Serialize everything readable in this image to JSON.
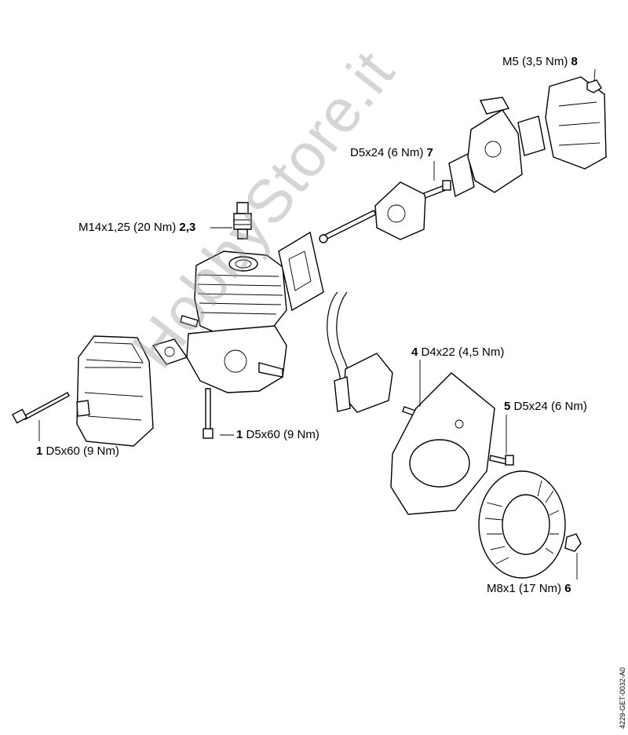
{
  "watermark": "HobbyStore.it",
  "drawing_code": "4229-GET-0032-A0",
  "labels": {
    "m5": {
      "text": "M5 (3,5 Nm) ",
      "num": "8"
    },
    "d5x24_top": {
      "text": "D5x24 (6 Nm) ",
      "num": "7"
    },
    "m14": {
      "text": "M14x1,25 (20 Nm) ",
      "num": "2,3"
    },
    "d4x22": {
      "num": "4",
      "text": " D4x22 (4,5 Nm)"
    },
    "d5x24_right": {
      "num": "5",
      "text": " D5x24 (6 Nm)"
    },
    "d5x60_left": {
      "num": "1",
      "text": " D5x60 (9 Nm)"
    },
    "d5x60_center": {
      "num": "1",
      "text": " D5x60 (9 Nm)"
    },
    "m8": {
      "text": "M8x1 (17 Nm) ",
      "num": "6"
    }
  }
}
